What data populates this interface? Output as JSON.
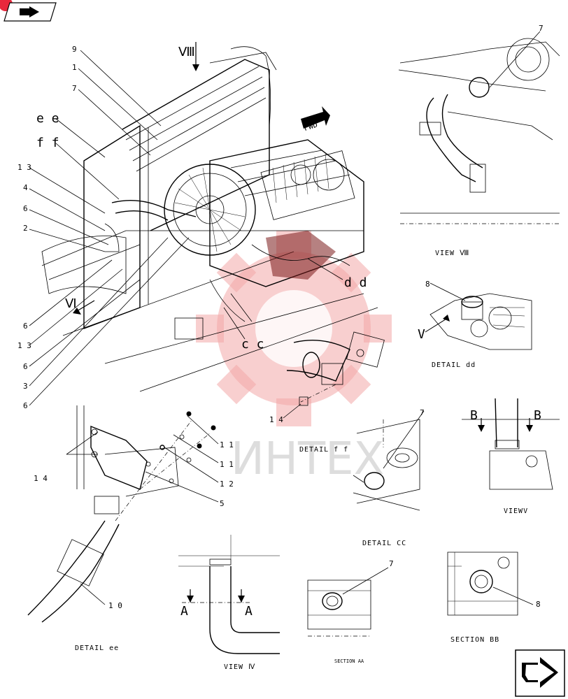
{
  "callouts": {
    "c9": "9",
    "c1": "1",
    "c7a": "7",
    "ee": "e e",
    "ff": "f f",
    "c13a": "1 3",
    "c4": "4",
    "c6a": "6",
    "c2": "2",
    "c6b": "6",
    "c13b": "1 3",
    "c6c": "6",
    "c3": "3",
    "c6d": "6",
    "dd": "d d",
    "cc": "c c",
    "c7b": "7",
    "c8a": "8",
    "V": "V",
    "c14a": "1 4",
    "c7c": "7",
    "c14b": "1 4",
    "c11a": "1 1",
    "c11b": "1 1",
    "c12": "1 2",
    "c5": "5",
    "c10": "1 0",
    "c7d": "7",
    "c8b": "8",
    "VIII": "Ⅷ",
    "VI": "Ⅵ",
    "FWD": "FWD",
    "A1": "A",
    "A2": "A",
    "B1": "B",
    "B2": "B"
  },
  "captions": {
    "view_viii": "VIEW Ⅷ",
    "detail_dd": "DETAIL dd",
    "detail_ff": "DETAIL f f",
    "view_v": "VIEWV",
    "detail_cc": "DETAIL CC",
    "detail_ee": "DETAIL ee",
    "view_iv": "VIEW Ⅳ",
    "section_aa": "SECTION AA",
    "section_bb": "SECTION BB"
  },
  "watermark": {
    "text": "ИНТЕХ"
  },
  "colors": {
    "watermark": "#f3a8a8",
    "badge": "#e8283c"
  },
  "icons": {
    "top_left": "nav-arrow-icon",
    "bottom_right": "next-page-arrow-icon"
  }
}
